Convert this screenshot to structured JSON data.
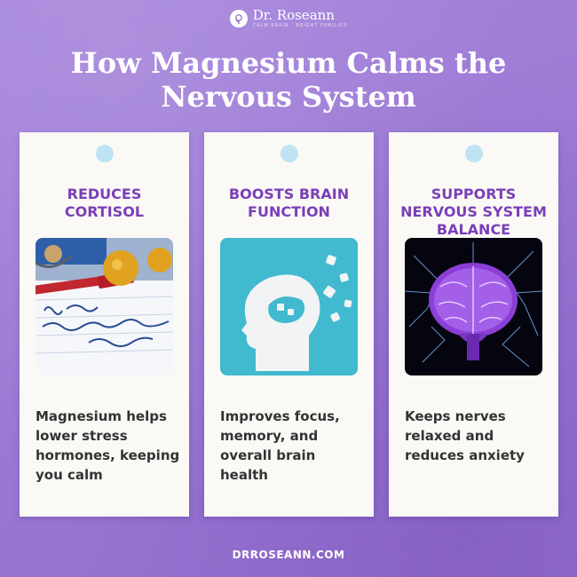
{
  "brand": {
    "name": "Dr. Roseann",
    "tagline": "CALM BRAIN · BRIGHT FAMILIES"
  },
  "title": "How Magnesium Calms the Nervous System",
  "cards": [
    {
      "title": "REDUCES CORTISOL",
      "image": "cortisol-note-photo",
      "text": "Magnesium helps lower stress hormones, keeping you calm"
    },
    {
      "title": "BOOSTS BRAIN FUNCTION",
      "image": "puzzle-head-photo",
      "text": "Improves focus, memory, and overall brain health"
    },
    {
      "title": "SUPPORTS NERVOUS SYSTEM BALANCE",
      "image": "glowing-brain-photo",
      "text": "Keeps nerves relaxed and reduces anxiety"
    }
  ],
  "footer": "DRROSEANN.COM",
  "colors": {
    "background": "#a07fd8",
    "card": "#fbf9f6",
    "accent": "#7a3fb8",
    "hole": "#bfe3f3"
  }
}
